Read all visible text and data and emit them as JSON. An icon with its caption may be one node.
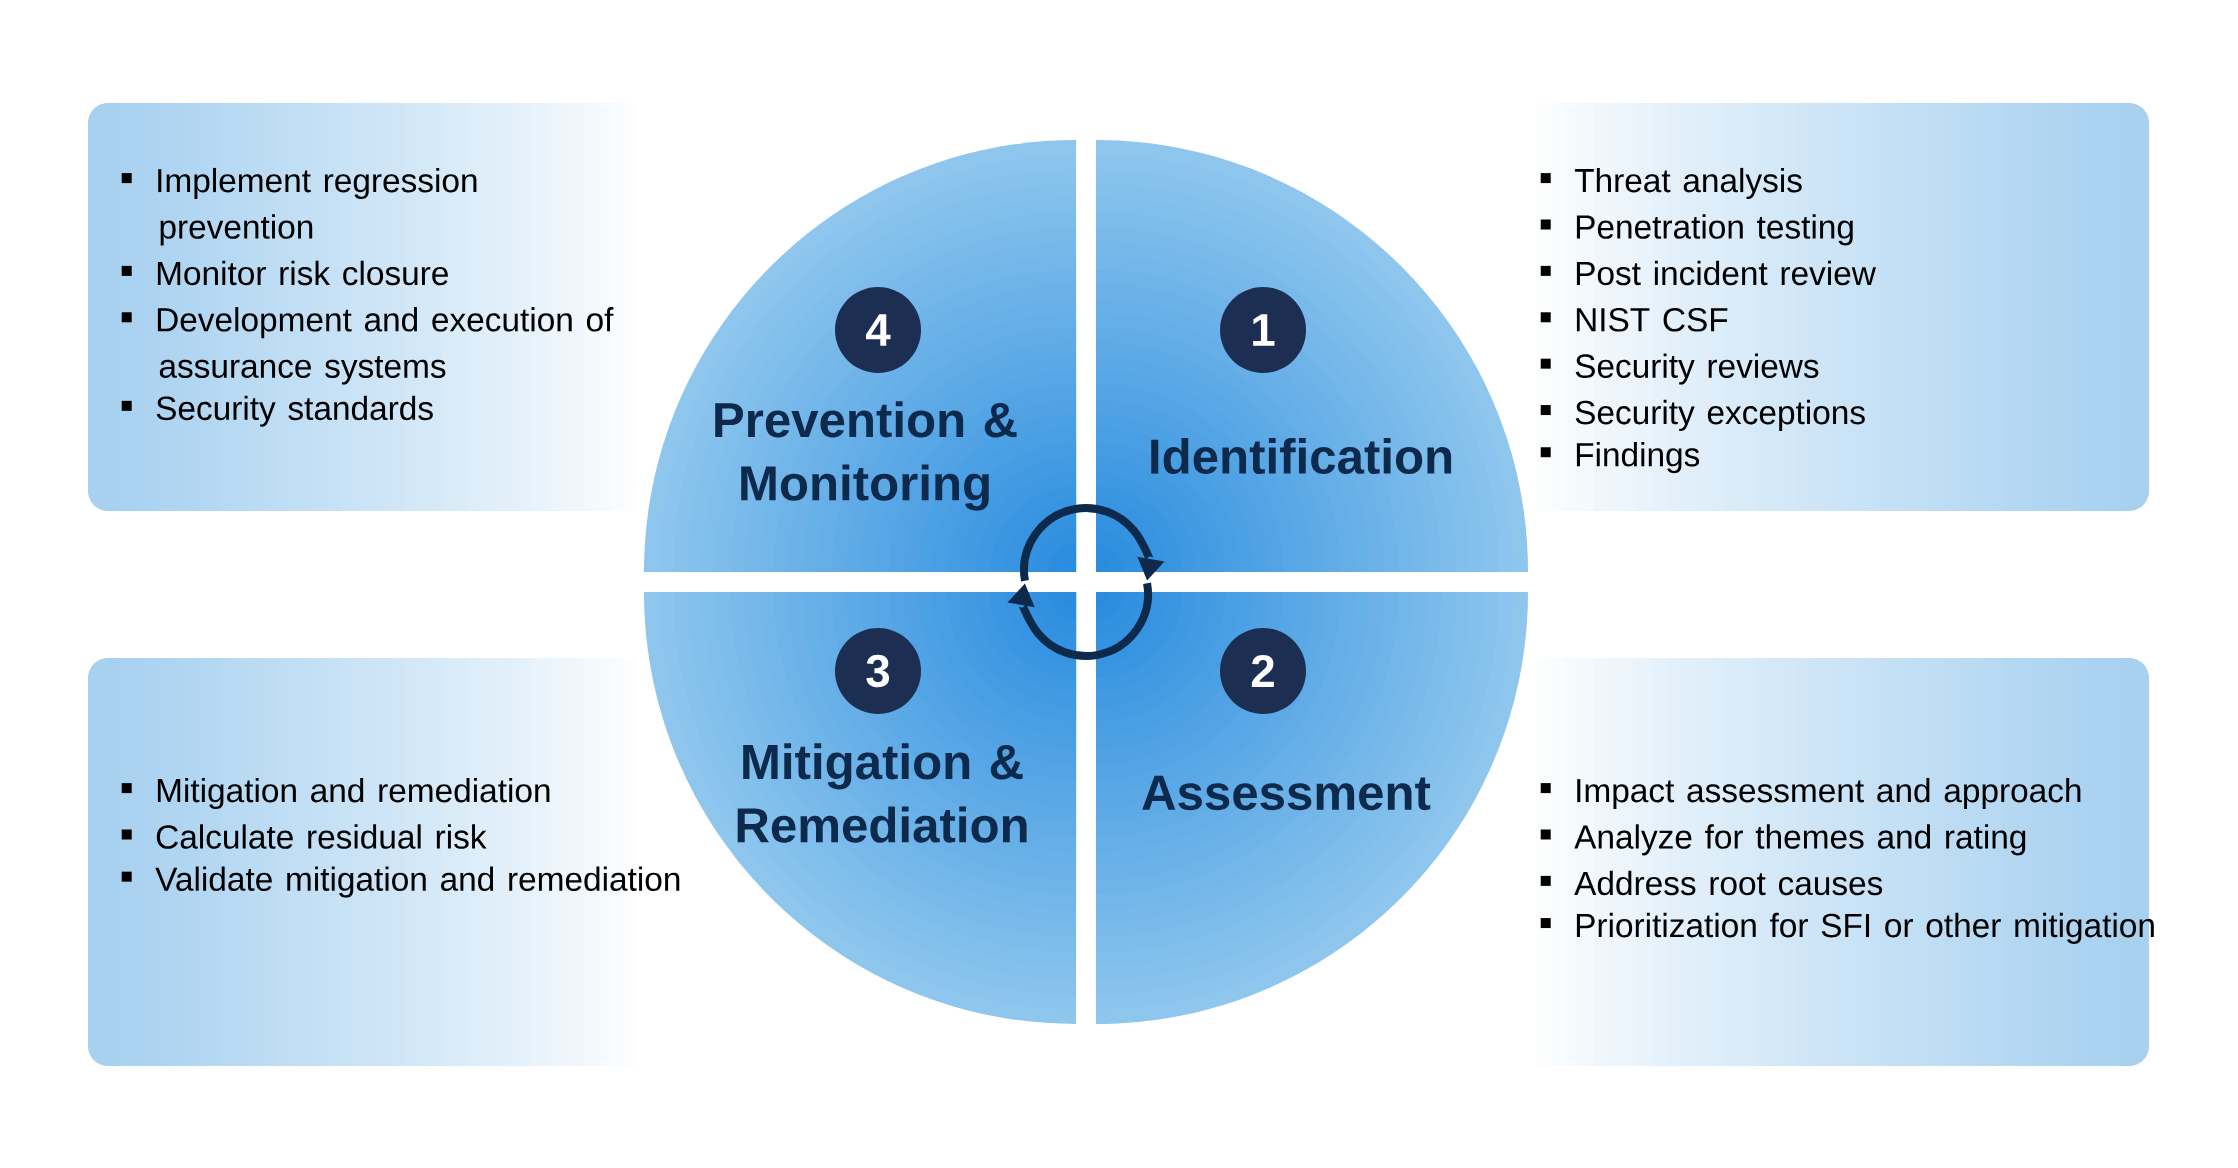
{
  "diagram": {
    "nodes": [
      {
        "text": [
          "Implement regression prevention",
          "Monitor risk closure",
          "Development and execution of assurance systems",
          "Security standards"
        ]
      },
      {
        "text": [
          "4",
          "Prevention & Monitoring"
        ]
      },
      {
        "text": [
          "1",
          "Identification"
        ]
      },
      {
        "text": [
          "Threat analysis",
          "Penetration testing",
          "Post incident review",
          "NIST CSF",
          "Security reviews",
          "Security exceptions",
          "Findings"
        ]
      },
      {
        "text": [
          "Mitigation and remediation",
          "Calculate residual risk",
          "Validate mitigation and remediation"
        ]
      },
      {
        "text": [
          "3",
          "Mitigation & Remediation"
        ]
      },
      {
        "text": [
          "2",
          "Assessment"
        ]
      },
      {
        "text": [
          "Impact assessment and approach",
          "Analyze for themes and rating",
          "Address root causes",
          "Prioritization for SFI or other mitigation"
        ]
      }
    ],
    "edges": [
      {
        "from": 1,
        "to": 2,
        "arrow": "to"
      },
      {
        "from": 6,
        "to": 5,
        "arrow": "to"
      }
    ]
  }
}
